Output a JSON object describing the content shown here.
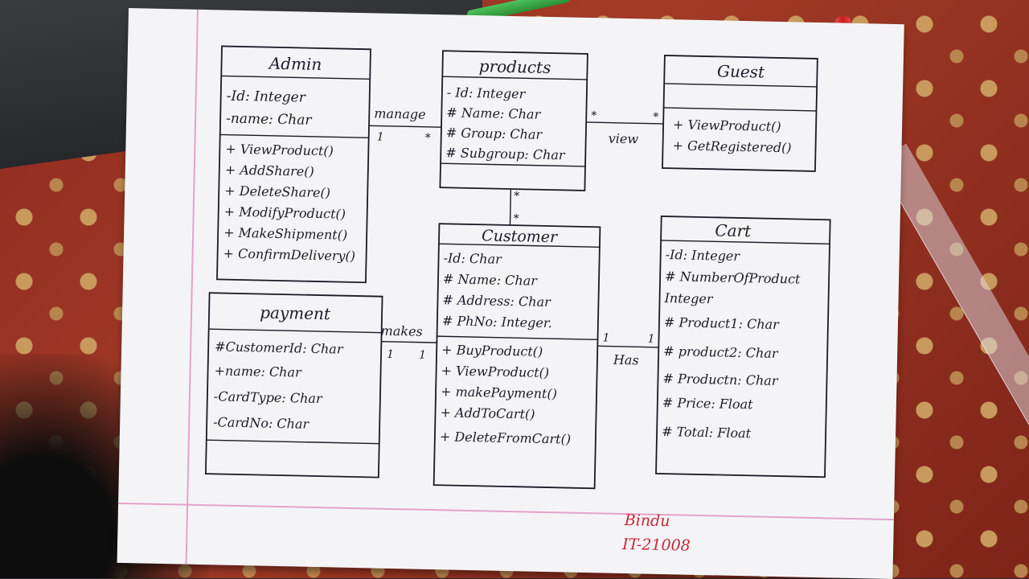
{
  "classes": {
    "admin": {
      "name": "Admin",
      "attributes": [
        "-Id: Integer",
        "-name: Char"
      ],
      "methods": [
        "+ ViewProduct()",
        "+ AddShare()",
        "+ DeleteShare()",
        "+ ModifyProduct()",
        "+ MakeShipment()",
        "+ ConfirmDelivery()"
      ]
    },
    "products": {
      "name": "products",
      "attributes": [
        "- Id: Integer",
        "# Name: Char",
        "# Group: Char",
        "# Subgroup: Char"
      ],
      "methods": []
    },
    "guest": {
      "name": "Guest",
      "attributes": [],
      "methods": [
        "+ ViewProduct()",
        "+ GetRegistered()"
      ]
    },
    "customer": {
      "name": "Customer",
      "attributes": [
        "-Id: Char",
        "# Name: Char",
        "# Address: Char",
        "# PhNo: Integer."
      ],
      "methods": [
        "+ BuyProduct()",
        "+ ViewProduct()",
        "+ makePayment()",
        "+ AddToCart()",
        "+ DeleteFromCart()"
      ]
    },
    "payment": {
      "name": "payment",
      "attributes": [
        "#CustomerId: Char",
        "+name: Char",
        "-CardType: Char",
        "-CardNo: Char"
      ],
      "methods": []
    },
    "cart": {
      "name": "Cart",
      "attributes": [
        "-Id: Integer",
        "# NumberOfProduct",
        "Integer",
        "# Product1: Char",
        "# product2: Char",
        "# Productn: Char",
        "# Price: Float",
        "# Total: Float"
      ],
      "methods": []
    }
  },
  "associations": [
    {
      "label": "manage",
      "from_mult": "1",
      "to_mult": "*"
    },
    {
      "label": "view",
      "from_mult": "*",
      "to_mult": "*"
    },
    {
      "label": "",
      "from_mult": "*",
      "to_mult": "*"
    },
    {
      "label": "makes",
      "from_mult": "1",
      "to_mult": "1"
    },
    {
      "label": "Has",
      "from_mult": "1",
      "to_mult": "1"
    }
  ],
  "signature": {
    "name": "Bindu",
    "id": "IT-21008"
  }
}
